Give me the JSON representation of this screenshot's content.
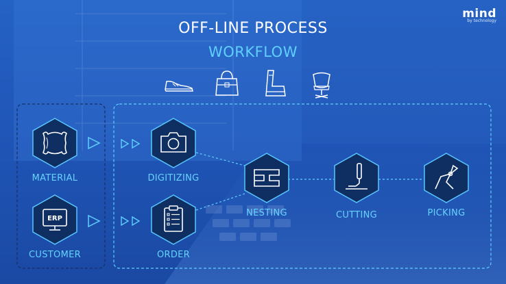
{
  "brand": {
    "name": "mind",
    "sub": "by technology"
  },
  "title": "OFF-LINE  PROCESS",
  "subtitle": "WORKFLOW",
  "product_icons": [
    "shoe-icon",
    "handbag-icon",
    "car-seat-icon",
    "chair-icon"
  ],
  "inputs": [
    {
      "label": "MATERIAL",
      "icon": "leather-hide-icon"
    },
    {
      "label": "CUSTOMER",
      "icon": "erp-monitor-icon",
      "icon_text": "ERP"
    }
  ],
  "steps": [
    {
      "label": "DIGITIZING",
      "icon": "camera-icon"
    },
    {
      "label": "ORDER",
      "icon": "clipboard-icon"
    },
    {
      "label": "NESTING",
      "icon": "nesting-icon"
    },
    {
      "label": "CUTTING",
      "icon": "cutter-icon"
    },
    {
      "label": "PICKING",
      "icon": "gripper-icon"
    }
  ],
  "colors": {
    "background": "#2158bb",
    "accent": "#5fd0ff",
    "hex_fill": "#0f2f63",
    "hex_border": "#57c6ff"
  }
}
